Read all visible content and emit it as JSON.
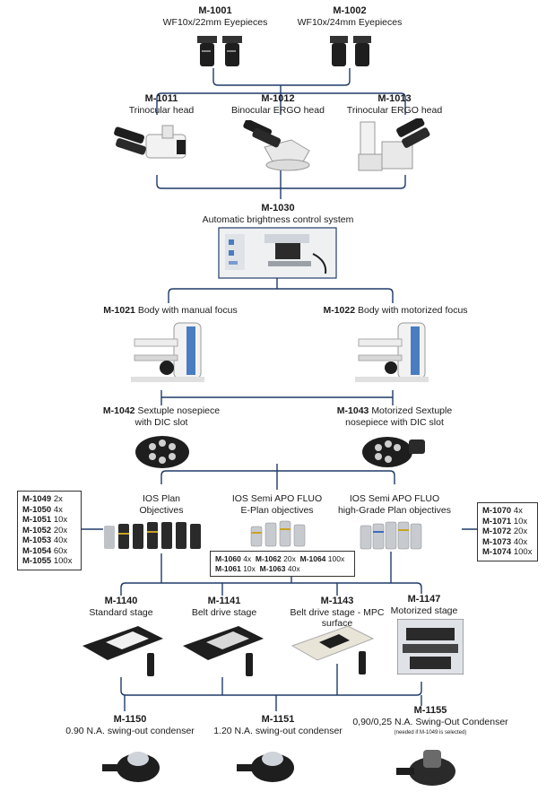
{
  "eyepieces": [
    {
      "code": "M-1001",
      "name": "WF10x/22mm Eyepieces"
    },
    {
      "code": "M-1002",
      "name": "WF10x/24mm Eyepieces"
    }
  ],
  "heads": [
    {
      "code": "M-1011",
      "name": "Trinocular head"
    },
    {
      "code": "M-1012",
      "name": "Binocular ERGO head"
    },
    {
      "code": "M-1013",
      "name": "Trinocular ERGO head"
    }
  ],
  "brightness": {
    "code": "M-1030",
    "name": "Automatic brightness control system"
  },
  "bodies": [
    {
      "code": "M-1021",
      "name": "Body with manual focus"
    },
    {
      "code": "M-1022",
      "name": "Body with motorized focus"
    }
  ],
  "nosepieces": [
    {
      "code": "M-1042",
      "name_line1": "Sextuple nosepiece",
      "name_line2": "with DIC slot"
    },
    {
      "code": "M-1043",
      "name_line1": "Motorized Sextuple",
      "name_line2": "nosepiece with DIC slot"
    }
  ],
  "objectives": [
    {
      "line1": "IOS Plan",
      "line2": "Objectives"
    },
    {
      "line1": "IOS Semi APO FLUO",
      "line2": "E-Plan objectives"
    },
    {
      "line1": "IOS Semi APO FLUO",
      "line2": "high-Grade Plan objectives"
    }
  ],
  "left_box": [
    {
      "code": "M-1049",
      "mag": "2x"
    },
    {
      "code": "M-1050",
      "mag": "4x"
    },
    {
      "code": "M-1051",
      "mag": "10x"
    },
    {
      "code": "M-1052",
      "mag": "20x"
    },
    {
      "code": "M-1053",
      "mag": "40x"
    },
    {
      "code": "M-1054",
      "mag": "60x"
    },
    {
      "code": "M-1055",
      "mag": "100x"
    }
  ],
  "middle_box": [
    {
      "code": "M-1060",
      "mag": "4x"
    },
    {
      "code": "M-1062",
      "mag": "20x"
    },
    {
      "code": "M-1064",
      "mag": "100x"
    },
    {
      "code": "M-1061",
      "mag": "10x"
    },
    {
      "code": "M-1063",
      "mag": "40x"
    }
  ],
  "right_box": [
    {
      "code": "M-1070",
      "mag": "4x"
    },
    {
      "code": "M-1071",
      "mag": "10x"
    },
    {
      "code": "M-1072",
      "mag": "20x"
    },
    {
      "code": "M-1073",
      "mag": "40x"
    },
    {
      "code": "M-1074",
      "mag": "100x"
    }
  ],
  "stages": [
    {
      "code": "M-1140",
      "name": "Standard stage"
    },
    {
      "code": "M-1141",
      "name": "Belt drive stage"
    },
    {
      "code": "M-1143",
      "name": "Belt drive stage - MPC surface"
    },
    {
      "code": "M-1147",
      "name": "Motorized stage"
    }
  ],
  "condensers": [
    {
      "code": "M-1150",
      "name": "0.90 N.A. swing-out condenser"
    },
    {
      "code": "M-1151",
      "name": "1.20 N.A. swing-out condenser"
    },
    {
      "code": "M-1155",
      "name": "0,90/0,25 N.A. Swing-Out Condenser",
      "note": "(needed if M-1049 is selected)"
    }
  ],
  "colors": {
    "line": "#1f3a68",
    "metal": "#b9bcc2",
    "dark": "#1e1e1e",
    "white": "#f2f2f2"
  }
}
